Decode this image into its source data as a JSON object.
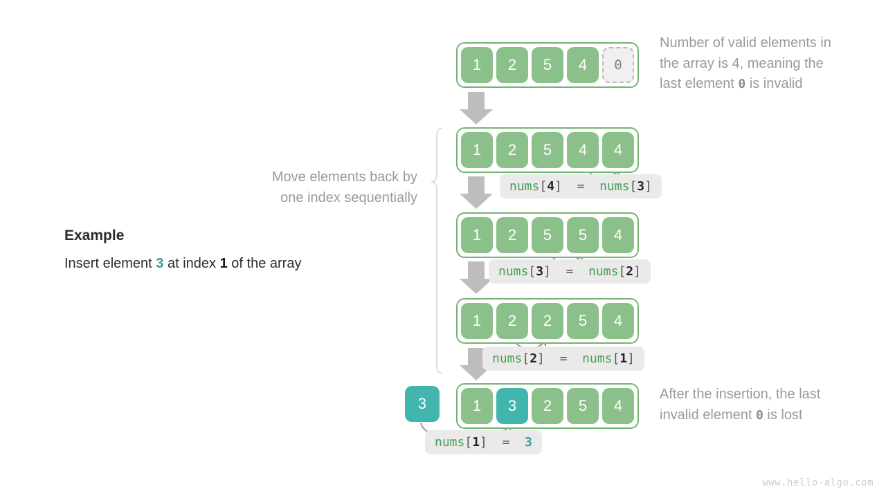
{
  "colors": {
    "green_cell": "#8bc08b",
    "green_border": "#72b472",
    "teal": "#41b5ae",
    "teal_text": "#2f9e97",
    "note_gray": "#9a9a9a",
    "chip_bg": "#eaeaea",
    "arrow_gray": "#b5b5b5",
    "invalid_gray": "#808080"
  },
  "example": {
    "title": "Example",
    "line_prefix": "Insert element ",
    "insert_value": "3",
    "line_middle": " at index ",
    "insert_index": "1",
    "line_suffix": " of the array"
  },
  "brace_label": {
    "line1": "Move elements back by",
    "line2": "one index sequentially"
  },
  "notes": {
    "top": {
      "line1": "Number of valid elements in",
      "line2": "the array is 4, meaning the",
      "line3_prefix": "last element ",
      "line3_value": "0",
      "line3_suffix": " is invalid"
    },
    "bottom": {
      "line1": "After the insertion, the last",
      "line2_prefix": "invalid element ",
      "line2_value": "0",
      "line2_suffix": " is lost"
    }
  },
  "steps": [
    {
      "id": "step-initial",
      "cells": [
        {
          "value": "1",
          "style": "green"
        },
        {
          "value": "2",
          "style": "green"
        },
        {
          "value": "5",
          "style": "green"
        },
        {
          "value": "4",
          "style": "green"
        },
        {
          "value": "0",
          "style": "invalid"
        }
      ]
    },
    {
      "id": "step-shift-4",
      "cells": [
        {
          "value": "1",
          "style": "green"
        },
        {
          "value": "2",
          "style": "green"
        },
        {
          "value": "5",
          "style": "green"
        },
        {
          "value": "4",
          "style": "green"
        },
        {
          "value": "4",
          "style": "green"
        }
      ],
      "code": {
        "lhs_ident": "nums",
        "lhs_index": "4",
        "op": "=",
        "rhs_ident": "nums",
        "rhs_index": "3"
      }
    },
    {
      "id": "step-shift-3",
      "cells": [
        {
          "value": "1",
          "style": "green"
        },
        {
          "value": "2",
          "style": "green"
        },
        {
          "value": "5",
          "style": "green"
        },
        {
          "value": "5",
          "style": "green"
        },
        {
          "value": "4",
          "style": "green"
        }
      ],
      "code": {
        "lhs_ident": "nums",
        "lhs_index": "3",
        "op": "=",
        "rhs_ident": "nums",
        "rhs_index": "2"
      }
    },
    {
      "id": "step-shift-2",
      "cells": [
        {
          "value": "1",
          "style": "green"
        },
        {
          "value": "2",
          "style": "green"
        },
        {
          "value": "2",
          "style": "green"
        },
        {
          "value": "5",
          "style": "green"
        },
        {
          "value": "4",
          "style": "green"
        }
      ],
      "code": {
        "lhs_ident": "nums",
        "lhs_index": "2",
        "op": "=",
        "rhs_ident": "nums",
        "rhs_index": "1"
      }
    },
    {
      "id": "step-insert",
      "free_value": "3",
      "cells": [
        {
          "value": "1",
          "style": "green"
        },
        {
          "value": "3",
          "style": "teal"
        },
        {
          "value": "2",
          "style": "green"
        },
        {
          "value": "5",
          "style": "green"
        },
        {
          "value": "4",
          "style": "green"
        }
      ],
      "code": {
        "lhs_ident": "nums",
        "lhs_index": "1",
        "op": "=",
        "rhs_value": "3"
      }
    }
  ],
  "watermark": "www.hello-algo.com"
}
